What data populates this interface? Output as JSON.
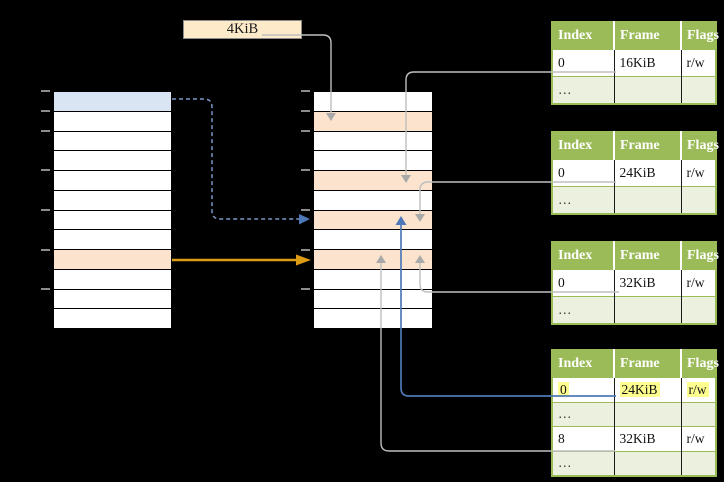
{
  "colors": {
    "background": "#000000",
    "table_green": "#9BBB59",
    "table_row_shaded": "#EBF1DE",
    "row_orange": "#FBE3CD",
    "row_blue": "#DAE5F4",
    "label_box_bg": "#FCEAC8",
    "highlight_yellow": "#FFFF8F",
    "line_gray": "#BFBFBF",
    "arrow_gray": "#A9A9A9",
    "line_blue": "#4E79B8",
    "dash_blue": "#7B96C8",
    "arrow_orange": "#DC9B14",
    "tick_gray": "#8C8C8C"
  },
  "label_box": {
    "text": "4KiB"
  },
  "memory_columns": {
    "left": {
      "row_fills": [
        "blue",
        "white",
        "white",
        "white",
        "white",
        "white",
        "white",
        "white",
        "orange",
        "white",
        "white",
        "white"
      ]
    },
    "middle": {
      "row_fills": [
        "white",
        "orange",
        "white",
        "white",
        "orange",
        "white",
        "orange",
        "white",
        "orange",
        "white",
        "white",
        "white"
      ]
    }
  },
  "tables": [
    {
      "headers": [
        "Index",
        "Frame",
        "Flags"
      ],
      "rows": [
        {
          "cells": [
            "0",
            "16KiB",
            "r/w"
          ]
        },
        {
          "cells": [
            "…",
            "",
            ""
          ]
        }
      ]
    },
    {
      "headers": [
        "Index",
        "Frame",
        "Flags"
      ],
      "rows": [
        {
          "cells": [
            "0",
            "24KiB",
            "r/w"
          ]
        },
        {
          "cells": [
            "…",
            "",
            ""
          ]
        }
      ]
    },
    {
      "headers": [
        "Index",
        "Frame",
        "Flags"
      ],
      "rows": [
        {
          "cells": [
            "0",
            "32KiB",
            "r/w"
          ]
        },
        {
          "cells": [
            "…",
            "",
            ""
          ]
        }
      ]
    },
    {
      "headers": [
        "Index",
        "Frame",
        "Flags"
      ],
      "rows": [
        {
          "cells": [
            "0",
            "24KiB",
            "r/w"
          ],
          "highlighted": true
        },
        {
          "cells": [
            "…",
            "",
            ""
          ]
        },
        {
          "cells": [
            "8",
            "32KiB",
            "r/w"
          ]
        },
        {
          "cells": [
            "…",
            "",
            ""
          ]
        }
      ]
    }
  ]
}
